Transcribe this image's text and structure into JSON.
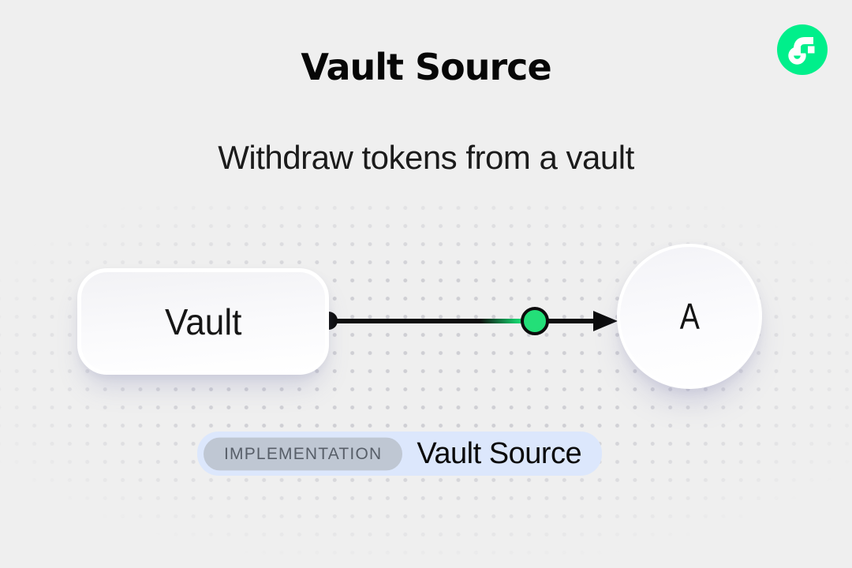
{
  "header": {
    "title": "Vault Source",
    "subtitle": "Withdraw tokens from a vault"
  },
  "logo": {
    "name": "Flow logo",
    "brand_green": "#00EF8B"
  },
  "diagram": {
    "vault_node_label": "Vault",
    "recipient_node_label": "A",
    "connector": {
      "direction": "left-to-right",
      "line_color": "#0D0D0D",
      "accent_green": "#23DF78"
    }
  },
  "badge": {
    "tag": "IMPLEMENTATION",
    "label": "Vault Source",
    "bg": "#DCE7FC",
    "tag_bg": "#BFC7D3"
  },
  "colors": {
    "background": "#EFEFEF",
    "dot_grid": "#CFCFD4"
  }
}
